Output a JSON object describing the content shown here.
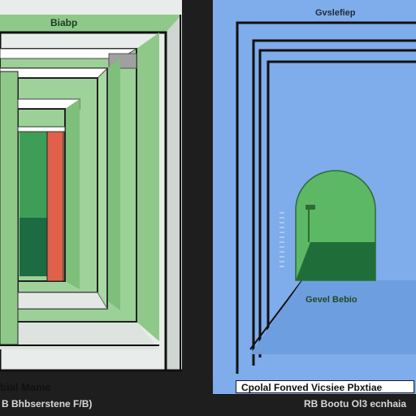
{
  "panels": {
    "left": {
      "title": "Biabp",
      "caption": "bial Mame",
      "footer": "B Bhbserstene F/B)"
    },
    "right": {
      "title": "Gvslefiep",
      "tunnel_caption": "Gevel Bebio",
      "caption": "Cpolal Fonved Vicsiee Pbxtiae",
      "footer": "RB Bootu Ol3 ecnhaia"
    }
  },
  "colors": {
    "background": "#1e1e1e",
    "left_panel": "#e8ecea",
    "left_frame_green": "#8fc98a",
    "left_inner_green": "#3e9e58",
    "left_inner_dark": "#1c6b43",
    "left_red_strip": "#e0604a",
    "right_panel": "#7facea",
    "right_tunnel_green": "#5cb865",
    "right_tunnel_dark": "#1f6e3a",
    "frame_dark": "#101010"
  }
}
